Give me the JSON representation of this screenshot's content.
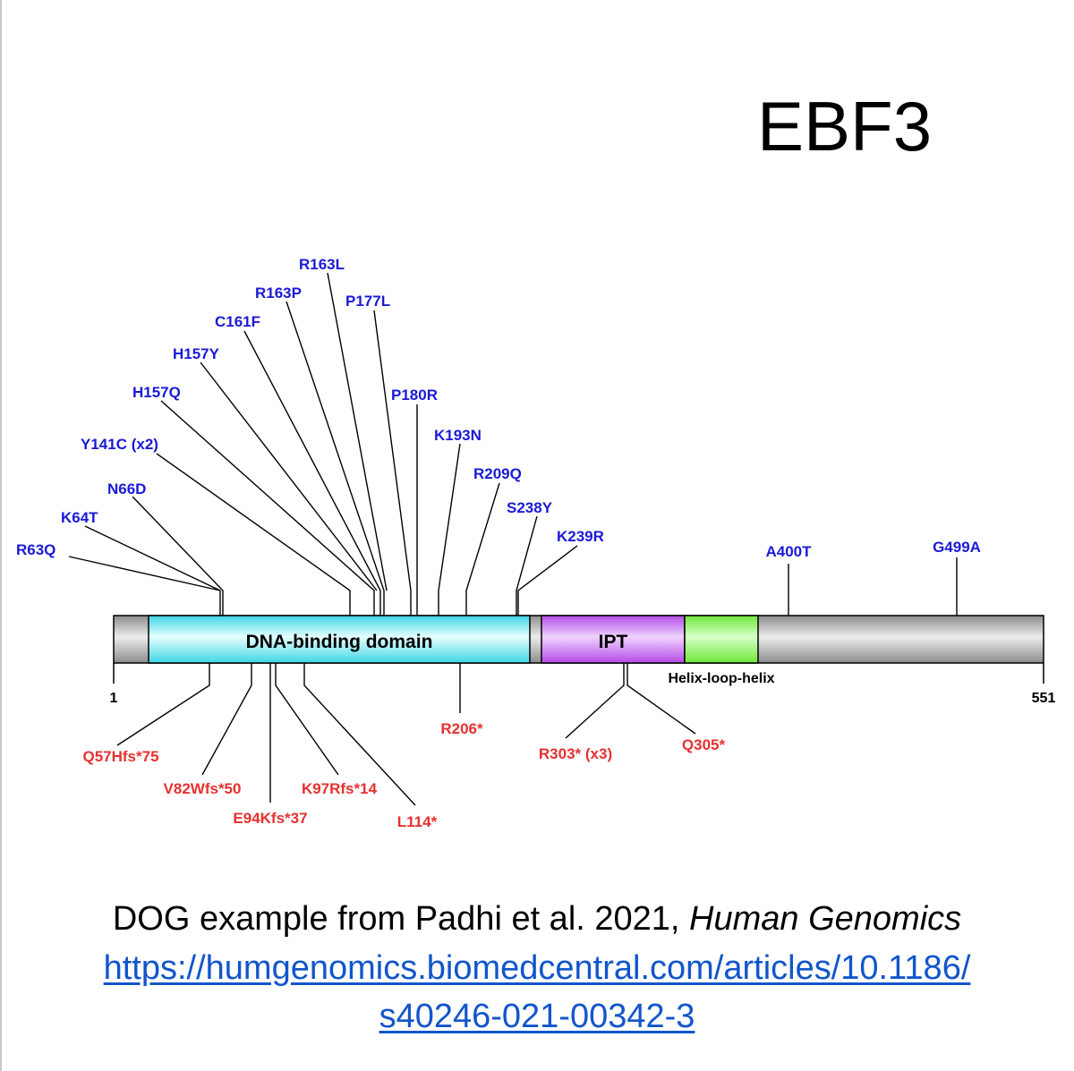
{
  "title": "EBF3",
  "protein": {
    "length": 551,
    "start_label": "1",
    "end_label": "551",
    "domains": [
      {
        "key": "dna",
        "label": "DNA-binding domain",
        "start": 22,
        "end": 275,
        "color_edge": "#3fd6e6",
        "color_mid": "#e6ffff"
      },
      {
        "key": "ipt",
        "label": "IPT",
        "start": 283,
        "end": 352,
        "color_edge": "#b44be6",
        "color_mid": "#efd3ff"
      },
      {
        "key": "hlh",
        "label": "Helix-loop-helix",
        "start": 352,
        "end": 396,
        "color_edge": "#6fe83a",
        "color_mid": "#d6ffc8"
      }
    ]
  },
  "missense_variants": [
    {
      "label": "R63Q",
      "pos": 63
    },
    {
      "label": "K64T",
      "pos": 64
    },
    {
      "label": "N66D",
      "pos": 66
    },
    {
      "label": "Y141C (x2)",
      "pos": 141
    },
    {
      "label": "H157Q",
      "pos": 157
    },
    {
      "label": "H157Y",
      "pos": 157
    },
    {
      "label": "C161F",
      "pos": 161
    },
    {
      "label": "R163P",
      "pos": 163
    },
    {
      "label": "R163L",
      "pos": 163
    },
    {
      "label": "P177L",
      "pos": 177
    },
    {
      "label": "P180R",
      "pos": 180
    },
    {
      "label": "K193N",
      "pos": 193
    },
    {
      "label": "R209Q",
      "pos": 209
    },
    {
      "label": "S238Y",
      "pos": 238
    },
    {
      "label": "K239R",
      "pos": 239
    },
    {
      "label": "A400T",
      "pos": 400
    },
    {
      "label": "G499A",
      "pos": 499
    }
  ],
  "truncating_variants": [
    {
      "label": "Q57Hfs*75",
      "pos": 57
    },
    {
      "label": "V82Wfs*50",
      "pos": 82
    },
    {
      "label": "E94Kfs*37",
      "pos": 94
    },
    {
      "label": "K97Rfs*14",
      "pos": 97
    },
    {
      "label": "L114*",
      "pos": 114
    },
    {
      "label": "R206*",
      "pos": 206
    },
    {
      "label": "R303* (x3)",
      "pos": 303
    },
    {
      "label": "Q305*",
      "pos": 305
    }
  ],
  "colors": {
    "missense": "#1a1ad6",
    "truncating": "#e63030",
    "backbone_edge": "#8c8c8c",
    "backbone_mid": "#ececec"
  },
  "caption": {
    "line1_prefix": "DOG example from Padhi et al. 2021, ",
    "line1_journal": "Human Genomics",
    "link_part1": "https://humgenomics.biomedcentral.com/articles/10.1186/",
    "link_part2": "s40246-021-00342-3"
  }
}
